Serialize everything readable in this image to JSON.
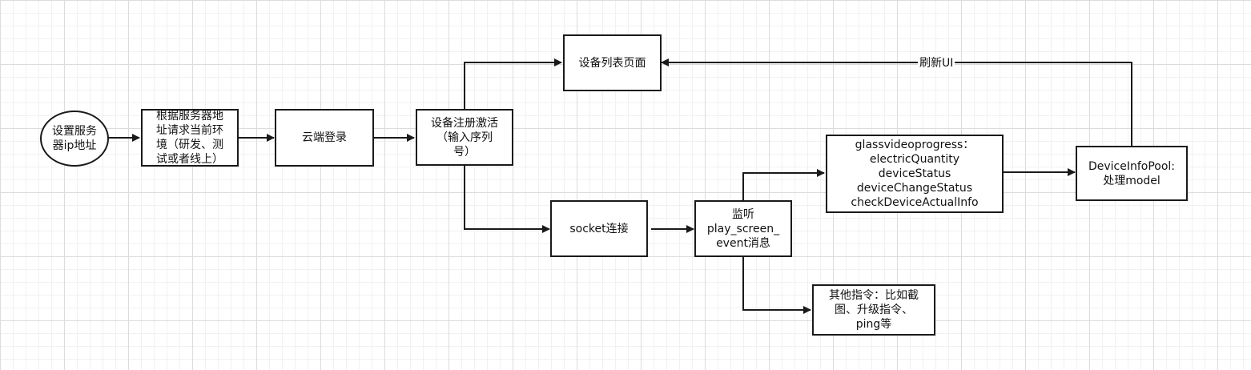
{
  "nodes": {
    "set_server": {
      "text": "设置服务\n器ip地址"
    },
    "request_env": {
      "text": "根据服务器地\n址请求当前环\n境（研发、测\n试或者线上）"
    },
    "cloud_login": {
      "text": "云端登录"
    },
    "device_register": {
      "text": "设备注册激活\n（输入序列\n号）"
    },
    "device_list_page": {
      "text": "设备列表页面"
    },
    "socket_connect": {
      "text": "socket连接"
    },
    "listen_event": {
      "text": "监听\nplay_screen_\nevent消息"
    },
    "glass_video_progress": {
      "text": "glassvideoprogress：\nelectricQuantity\ndeviceStatus\ndeviceChangeStatus\ncheckDeviceActualInfo"
    },
    "device_info_pool": {
      "text": "DeviceInfoPool:\n处理model"
    },
    "other_commands": {
      "text": "其他指令：比如截\n图、升级指令、\nping等"
    }
  },
  "edges": {
    "refresh_ui_label": "刷新UI"
  },
  "colors": {
    "stroke": "#1a1a1a",
    "grid_major": "#dcdcdc",
    "grid_minor": "#f1f1f1",
    "background": "#ffffff"
  }
}
